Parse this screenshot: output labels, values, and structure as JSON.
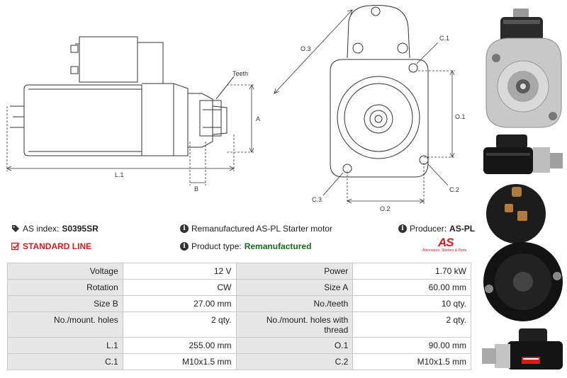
{
  "drawing": {
    "labels": {
      "teeth": "Teeth",
      "a": "A",
      "l1": "L.1",
      "b": "B",
      "o3": "O.3",
      "c1": "C.1",
      "o1": "O.1",
      "c2": "C.2",
      "c3": "C.3",
      "o2": "O.2"
    }
  },
  "info": {
    "as_index_label": "AS index:",
    "as_index_value": "S0395SR",
    "description": "Remanufactured AS-PL Starter motor",
    "producer_label": "Producer:",
    "producer_value": "AS-PL",
    "standard_line": "STANDARD LINE",
    "product_type_label": "Product type:",
    "product_type_value": "Remanufactured"
  },
  "logo": {
    "mark": "AS",
    "tagline": "Alternators, Starters & Parts"
  },
  "specs": [
    [
      "Voltage",
      "12 V",
      "Power",
      "1.70 kW"
    ],
    [
      "Rotation",
      "CW",
      "Size A",
      "60.00 mm"
    ],
    [
      "Size B",
      "27.00 mm",
      "No./teeth",
      "10 qty."
    ],
    [
      "No./mount. holes",
      "2 qty.",
      "No./mount. holes with thread",
      "2 qty."
    ],
    [
      "L.1",
      "255.00 mm",
      "O.1",
      "90.00 mm"
    ],
    [
      "C.1",
      "M10x1.5 mm",
      "C.2",
      "M10x1.5 mm"
    ]
  ],
  "colors": {
    "accent_red": "#d71920",
    "green": "#1c6b1c",
    "label_bg": "#e6e6e6",
    "border": "#c9c9c9"
  }
}
